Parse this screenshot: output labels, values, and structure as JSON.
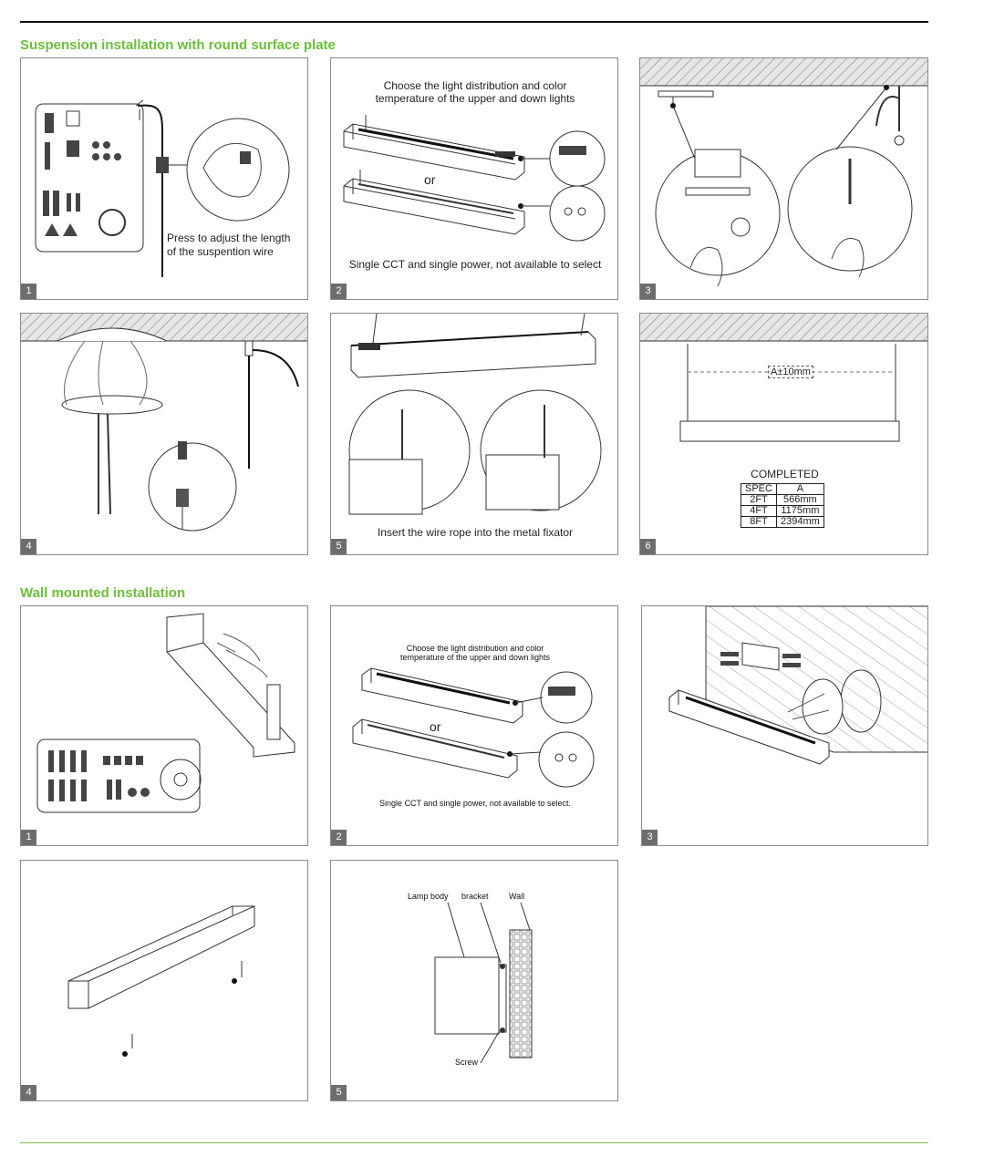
{
  "sections": {
    "suspension_title": "Suspension installation with round surface plate",
    "wall_title": "Wall mounted installation"
  },
  "suspension": {
    "p1": {
      "step": "1",
      "caption_line1": "Press to adjust the length",
      "caption_line2": "of the suspention wire"
    },
    "p2": {
      "step": "2",
      "caption_top_line1": "Choose the light distribution and color",
      "caption_top_line2": "temperature of the upper and down lights",
      "or": "or",
      "caption_bottom": "Single CCT and single power, not available to select"
    },
    "p3": {
      "step": "3"
    },
    "p4": {
      "step": "4"
    },
    "p5": {
      "step": "5",
      "caption": "Insert the wire rope into the metal fixator"
    },
    "p6": {
      "step": "6",
      "a_label": "A±10mm",
      "completed": "COMPLETED",
      "table": {
        "headers": [
          "SPEC",
          "A"
        ],
        "rows": [
          [
            "2FT",
            "566mm"
          ],
          [
            "4FT",
            "1175mm"
          ],
          [
            "8FT",
            "2394mm"
          ]
        ]
      }
    }
  },
  "wall": {
    "p1": {
      "step": "1"
    },
    "p2": {
      "step": "2",
      "caption_top_line1": "Choose the light distribution and color",
      "caption_top_line2": "temperature of the upper and down lights",
      "or": "or",
      "caption_bottom": "Single CCT and single power, not available to select."
    },
    "p3": {
      "step": "3"
    },
    "p4": {
      "step": "4"
    },
    "p5": {
      "step": "5",
      "label_lamp": "Lamp body",
      "label_bracket": "bracket",
      "label_wall": "Wall",
      "label_screw": "Screw"
    }
  },
  "colors": {
    "accent": "#6cbf3a",
    "panel_border": "#8a8a8a",
    "step_badge": "#6d6d6d"
  }
}
